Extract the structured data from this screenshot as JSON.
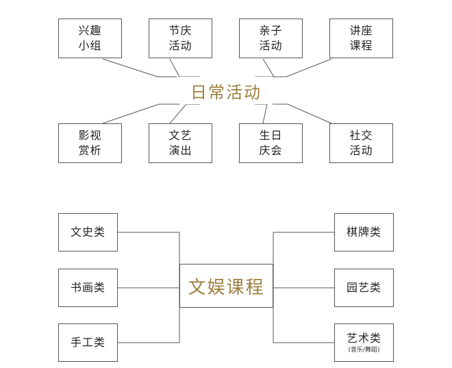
{
  "daily": {
    "center": "日常活动",
    "top": [
      {
        "line1": "兴趣",
        "line2": "小组"
      },
      {
        "line1": "节庆",
        "line2": "活动"
      },
      {
        "line1": "亲子",
        "line2": "活动"
      },
      {
        "line1": "讲座",
        "line2": "课程"
      }
    ],
    "bottom": [
      {
        "line1": "影视",
        "line2": "赏析"
      },
      {
        "line1": "文艺",
        "line2": "演出"
      },
      {
        "line1": "生日",
        "line2": "庆会"
      },
      {
        "line1": "社交",
        "line2": "活动"
      }
    ]
  },
  "courses": {
    "center": "文娱课程",
    "left": [
      "文史类",
      "书画类",
      "手工类"
    ],
    "right": [
      "棋牌类",
      "园艺类",
      "艺术类"
    ],
    "art_note": "(音乐/舞蹈)"
  },
  "colors": {
    "accent": "#9c7f3f",
    "line": "#555555"
  }
}
